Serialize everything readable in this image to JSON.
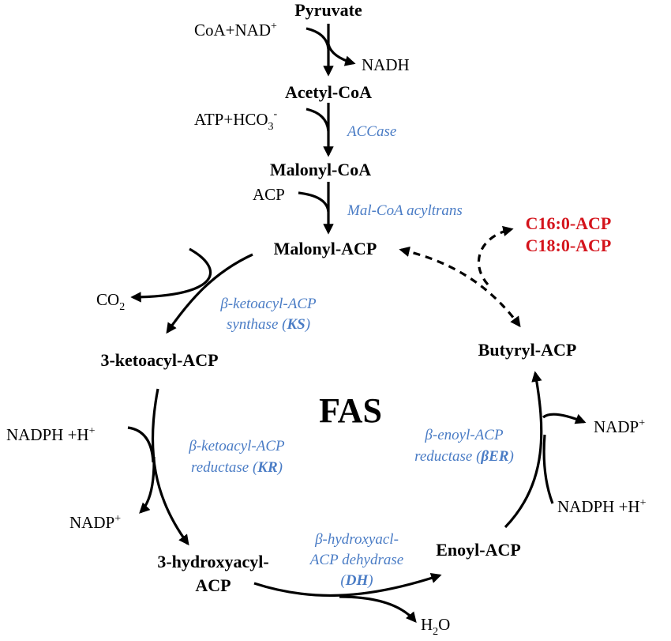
{
  "colors": {
    "enzyme": "#4a7cc5",
    "product": "#d4141c",
    "ink": "#000000"
  },
  "title": "FAS",
  "metabolites": {
    "pyruvate": "Pyruvate",
    "acetyl_coa": "Acetyl-CoA",
    "malonyl_coa": "Malonyl-CoA",
    "malonyl_acp": "Malonyl-ACP",
    "ketoacyl_acp": "3-ketoacyl-ACP",
    "hydroxyacyl_1": "3-hydroxyacyl-",
    "hydroxyacyl_2": "ACP",
    "enoyl_acp": "Enoyl-ACP",
    "butyryl_acp": "Butyryl-ACP"
  },
  "products": {
    "c16": "C16:0-ACP",
    "c18": "C18:0-ACP"
  },
  "cofactors": {
    "coa_nad": "CoA+NAD",
    "coa_nad_sup": "+",
    "nadh": "NADH",
    "atp_hco3": "ATP+HCO",
    "hco3_sub": "3",
    "hco3_sup": "-",
    "acp": "ACP",
    "co2": "CO",
    "co2_sub": "2",
    "nadph_left": "NADPH +H",
    "nadph_left_sup": "+",
    "nadp_left": "NADP",
    "nadp_left_sup": "+",
    "h2o_h": "H",
    "h2o_sub": "2",
    "h2o_o": "O",
    "nadp_right": "NADP",
    "nadp_right_sup": "+",
    "nadph_right": "NADPH +H",
    "nadph_right_sup": "+"
  },
  "enzymes": {
    "accase": "ACCase",
    "mal_coa": "Mal-CoA acyltrans",
    "ks_line1": "β-ketoacyl-ACP",
    "ks_line2": "synthase (",
    "ks_abbr": "KS",
    "ks_close": ")",
    "kr_line1": "β-ketoacyl-ACP",
    "kr_line2": "reductase (",
    "kr_abbr": "KR",
    "kr_close": ")",
    "dh_line1": "β-hydroxyacl-",
    "dh_line2": "ACP dehydrase",
    "dh_open": "(",
    "dh_abbr": "DH",
    "dh_close": ")",
    "er_line1": "β-enoyl-ACP",
    "er_line2": "reductase (",
    "er_abbr": "βER",
    "er_close": ")"
  }
}
